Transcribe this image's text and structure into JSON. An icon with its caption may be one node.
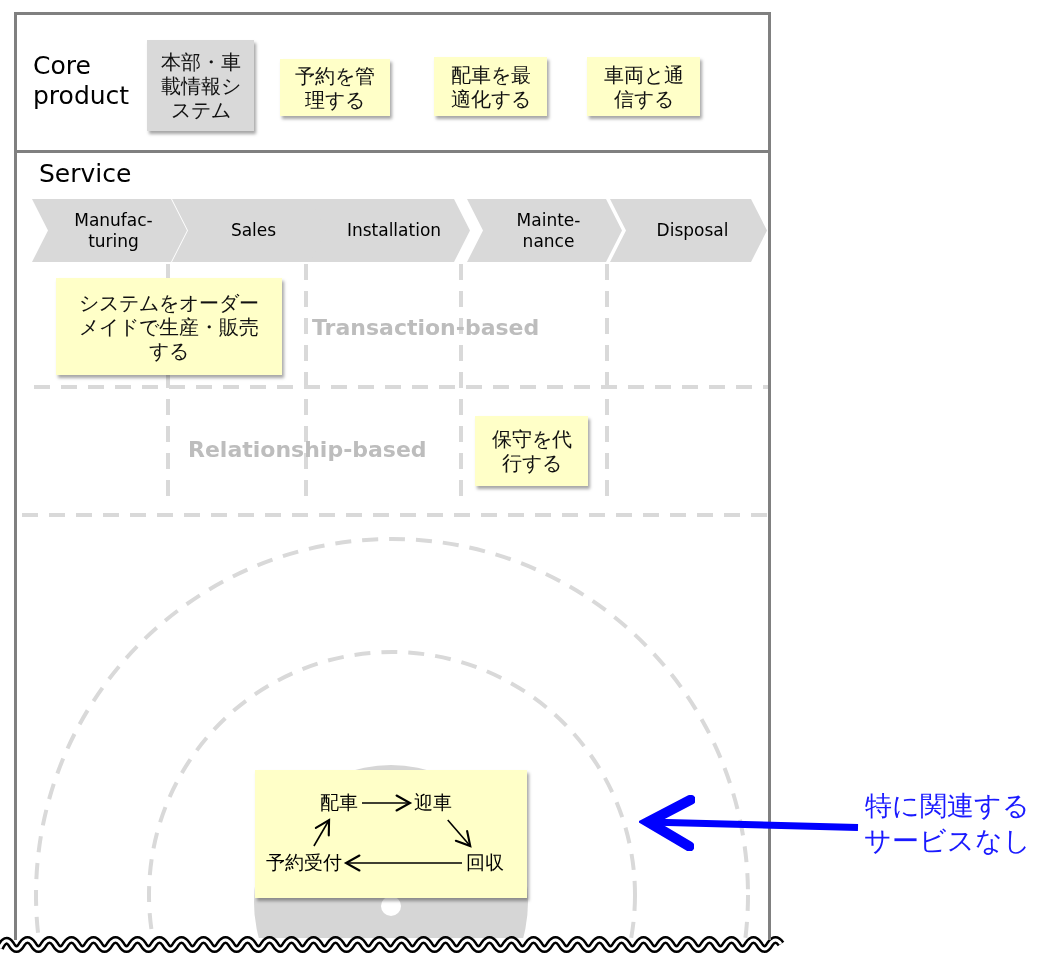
{
  "diagram": {
    "nodes": [
      {
        "text": [
          "Core product"
        ]
      },
      {
        "text": [
          "本部・車載情報システム"
        ],
        "in": 0
      },
      {
        "text": [
          "予約を管理する"
        ],
        "in": 0
      },
      {
        "text": [
          "配車を最適化する"
        ],
        "in": 0
      },
      {
        "text": [
          "車両と通信する"
        ],
        "in": 0
      },
      {
        "text": [
          "Service"
        ]
      },
      {
        "text": [
          "Manufac-turing"
        ],
        "in": 5
      },
      {
        "text": [
          "Sales"
        ],
        "in": 5
      },
      {
        "text": [
          "Installation"
        ],
        "in": 5
      },
      {
        "text": [
          "Mainte-nance"
        ],
        "in": 5
      },
      {
        "text": [
          "Disposal"
        ],
        "in": 5
      },
      {
        "text": [
          "システムをオーダーメイドで生産・販売する"
        ],
        "in": 5
      },
      {
        "text": [
          "保守を代行する"
        ],
        "in": 5
      },
      {
        "text": [],
        "shape": "box",
        "in": 5
      },
      {
        "text": [
          "配車"
        ],
        "in": 13
      },
      {
        "text": [
          "迎車"
        ],
        "in": 13
      },
      {
        "text": [
          "回収"
        ],
        "in": 13
      },
      {
        "text": [
          "予約受付"
        ],
        "in": 13
      },
      {
        "text": [
          "特に関連するサービスなし"
        ]
      }
    ],
    "edges": [
      {
        "from": 14,
        "to": 15,
        "arrow": "to"
      },
      {
        "from": 15,
        "to": 16,
        "arrow": "to"
      },
      {
        "from": 16,
        "to": 17,
        "arrow": "to"
      },
      {
        "from": 17,
        "to": 14,
        "arrow": "to"
      },
      {
        "from": 18,
        "to": null,
        "arrow": "to",
        "style": "thick",
        "color": "#0000ff"
      }
    ],
    "labels": [
      "Transaction-based",
      "Relationship-based"
    ]
  }
}
